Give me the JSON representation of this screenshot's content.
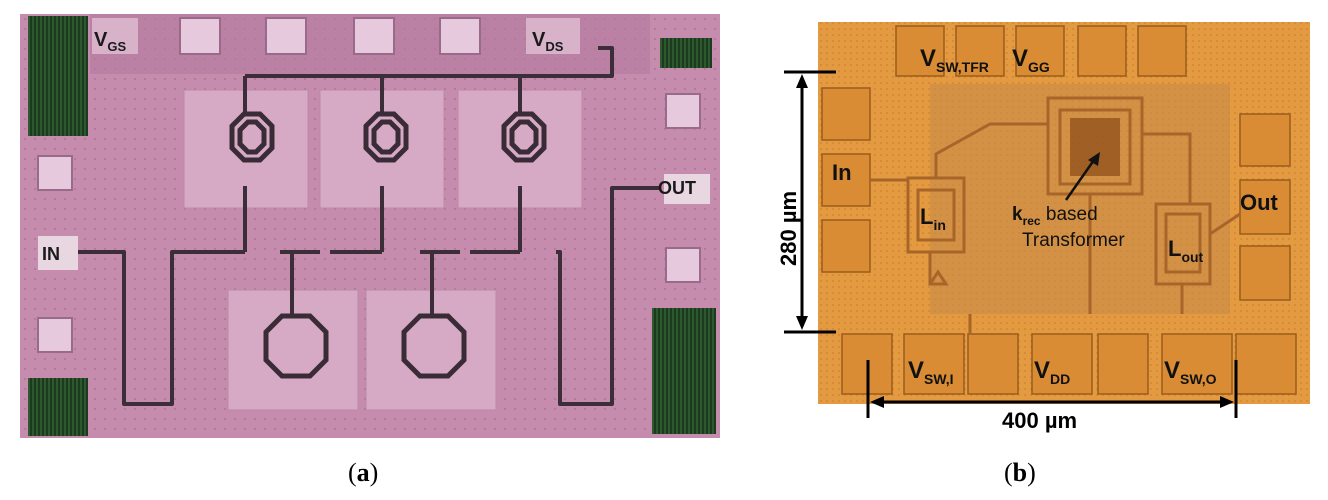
{
  "panel_a": {
    "labels": {
      "vgs_main": "V",
      "vgs_sub": "GS",
      "vds_main": "V",
      "vds_sub": "DS",
      "in": "IN",
      "out": "OUT"
    },
    "caption": {
      "open": "(",
      "letter": "a",
      "close": ")"
    }
  },
  "panel_b": {
    "labels": {
      "vswtfr_main": "V",
      "vswtfr_sub": "SW,TFR",
      "vgg_main": "V",
      "vgg_sub": "GG",
      "in": "In",
      "out": "Out",
      "lin_main": "L",
      "lin_sub": "in",
      "lout_main": "L",
      "lout_sub": "out",
      "krec_main": "k",
      "krec_sub": "rec",
      "krec_rest": " based",
      "transformer": "Transformer",
      "vswi_main": "V",
      "vswi_sub": "SW,I",
      "vdd_main": "V",
      "vdd_sub": "DD",
      "vswo_main": "V",
      "vswo_sub": "SW,O",
      "dim_vertical": "280 µm",
      "dim_horizontal": "400 µm"
    },
    "caption": {
      "open": "(",
      "letter": "b",
      "close": ")"
    }
  },
  "colors": {
    "chip_a_bg": "#c98fb0",
    "chip_a_pad": "#e4c8dc",
    "chip_a_trace": "#4a3a46",
    "chip_b_bg": "#e79a3c",
    "chip_b_pad": "#d98a32",
    "chip_b_trace": "#b06a2a"
  }
}
